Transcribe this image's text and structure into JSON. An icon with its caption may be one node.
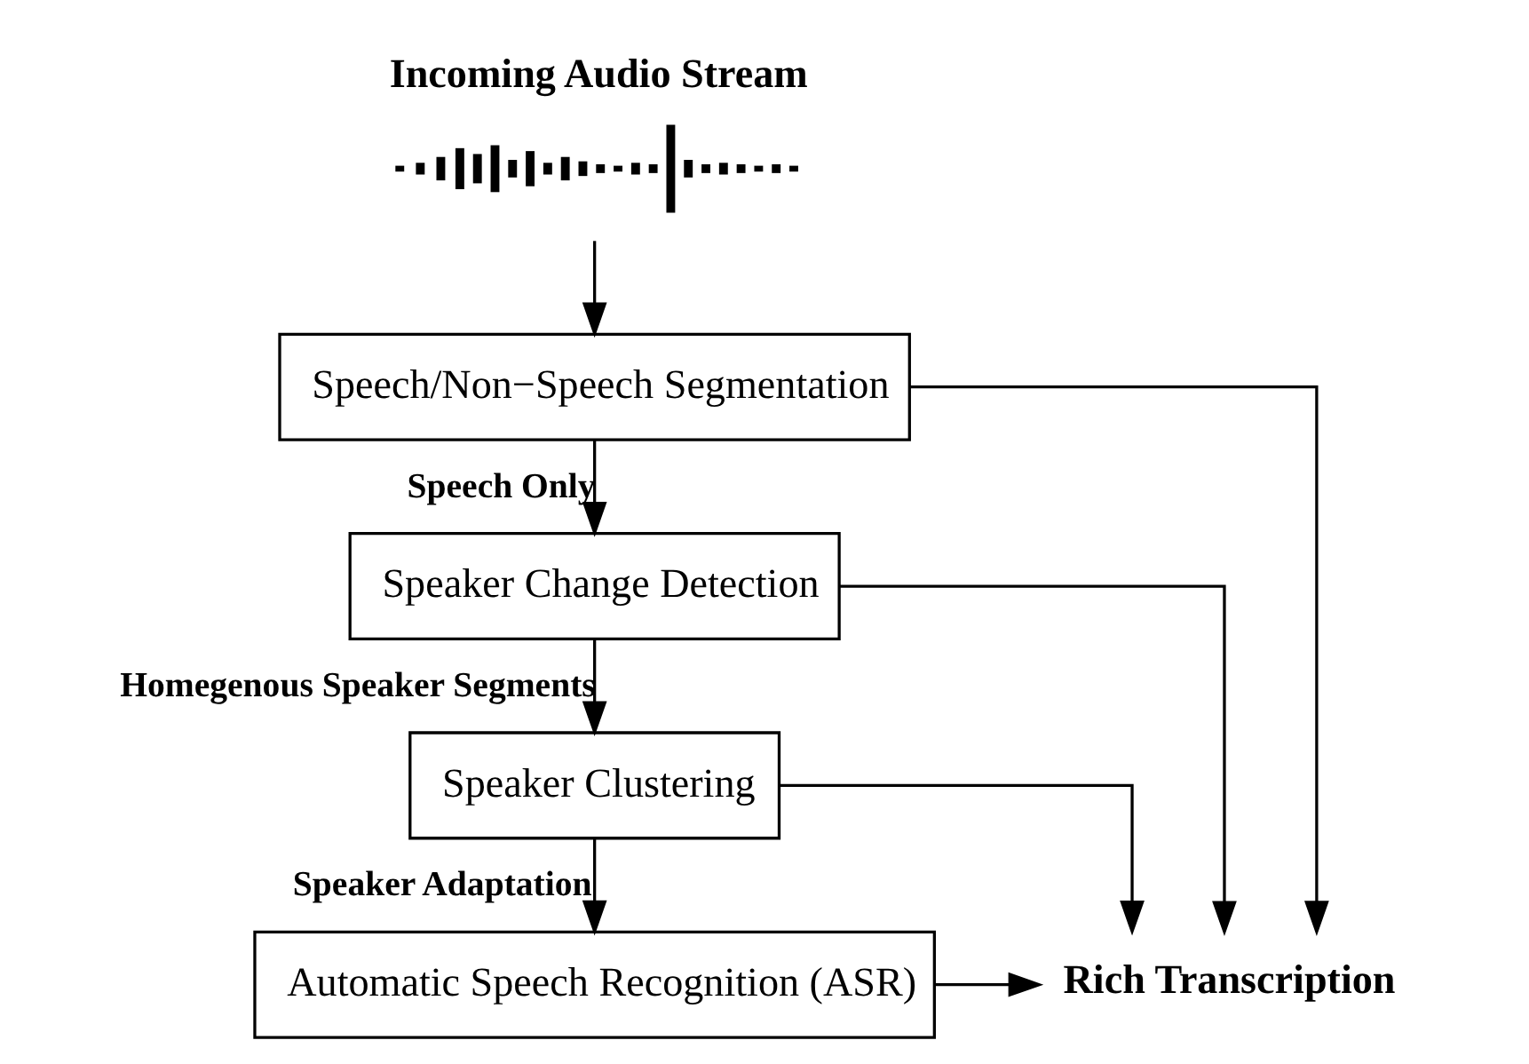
{
  "diagram": {
    "nodes": [
      {
        "text": [],
        "shape": "picture",
        "beside": [
          "Incoming Audio Stream"
        ]
      },
      {
        "text": [
          "Speech/Non−Speech Segmentation"
        ]
      },
      {
        "text": [
          "Speaker Change Detection"
        ]
      },
      {
        "text": [
          "Speaker Clustering"
        ]
      },
      {
        "text": [
          "Automatic Speech Recognition (ASR)"
        ]
      },
      {
        "text": [
          "Rich Transcription"
        ]
      }
    ],
    "edges": [
      {
        "from": 0,
        "to": 1,
        "arrow": "to"
      },
      {
        "from": 1,
        "to": 2,
        "arrow": "to",
        "label": "Speech Only"
      },
      {
        "from": 2,
        "to": 3,
        "arrow": "to",
        "label": "Homegenous Speaker Segments"
      },
      {
        "from": 3,
        "to": 4,
        "arrow": "to",
        "label": "Speaker Adaptation"
      },
      {
        "from": 1,
        "to": 5,
        "arrow": "to"
      },
      {
        "from": 2,
        "to": 5,
        "arrow": "to"
      },
      {
        "from": 3,
        "to": 5,
        "arrow": "to"
      },
      {
        "from": 4,
        "to": 5,
        "arrow": "to"
      }
    ]
  }
}
